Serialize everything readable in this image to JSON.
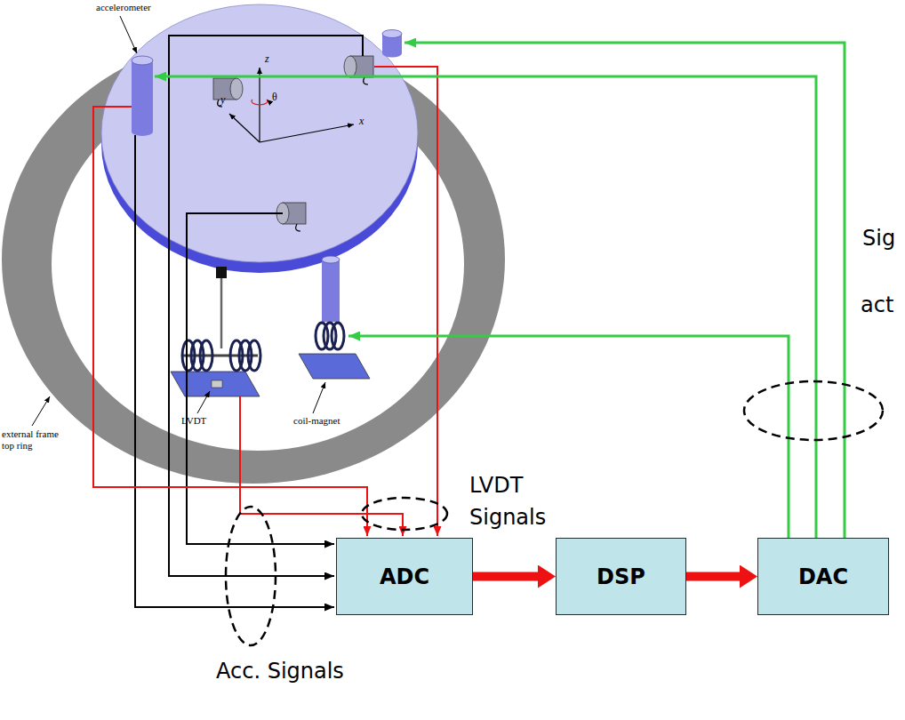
{
  "diagram": {
    "nodes": [
      {
        "text": [
          "ADC"
        ]
      },
      {
        "text": [
          "DSP"
        ]
      },
      {
        "text": [
          "DAC"
        ]
      }
    ],
    "edges": [
      {
        "from": 0,
        "to": 1,
        "arrow": "to"
      },
      {
        "from": 1,
        "to": 2,
        "arrow": "to"
      }
    ],
    "labels": [
      "accelerometer",
      "z",
      "y",
      "θ",
      "x",
      "external frame top ring",
      "LVDT",
      "coil-magnet",
      "LVDT Signals",
      "Sig",
      "act",
      "Acc. Signals"
    ]
  }
}
